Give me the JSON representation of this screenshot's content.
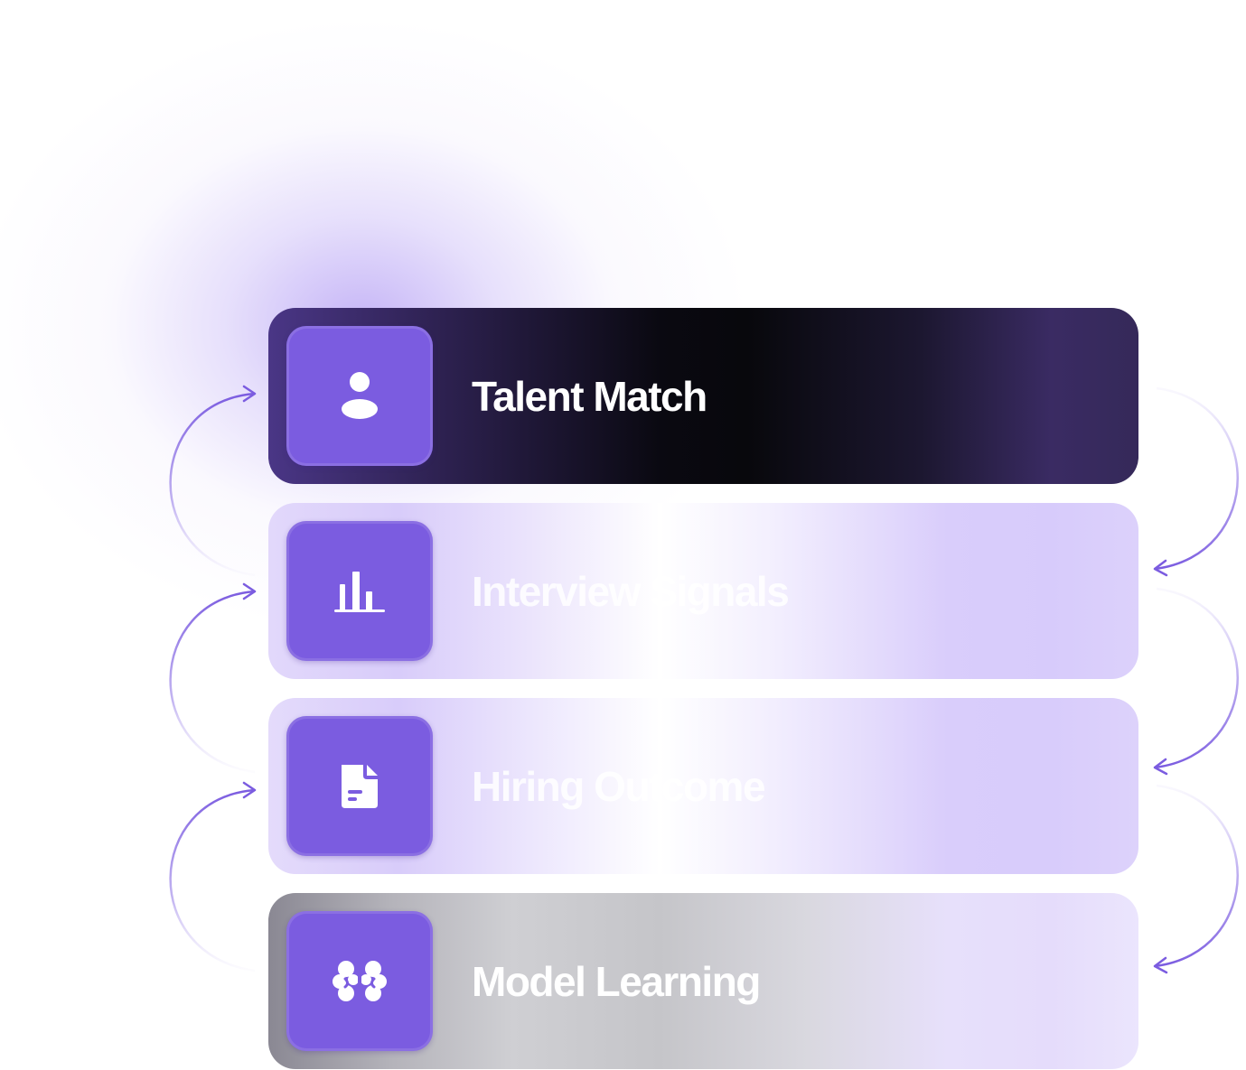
{
  "steps": [
    {
      "label": "Talent Match",
      "icon": "person-icon"
    },
    {
      "label": "Interview Signals",
      "icon": "bar-chart-icon"
    },
    {
      "label": "Hiring Outcome",
      "icon": "document-icon"
    },
    {
      "label": "Model Learning",
      "icon": "brain-icon"
    }
  ],
  "colors": {
    "accent": "#7b5ce0",
    "arrow": "#7b5ce0",
    "dark_card": "#08080c",
    "light_card": "#d8ccfa"
  }
}
